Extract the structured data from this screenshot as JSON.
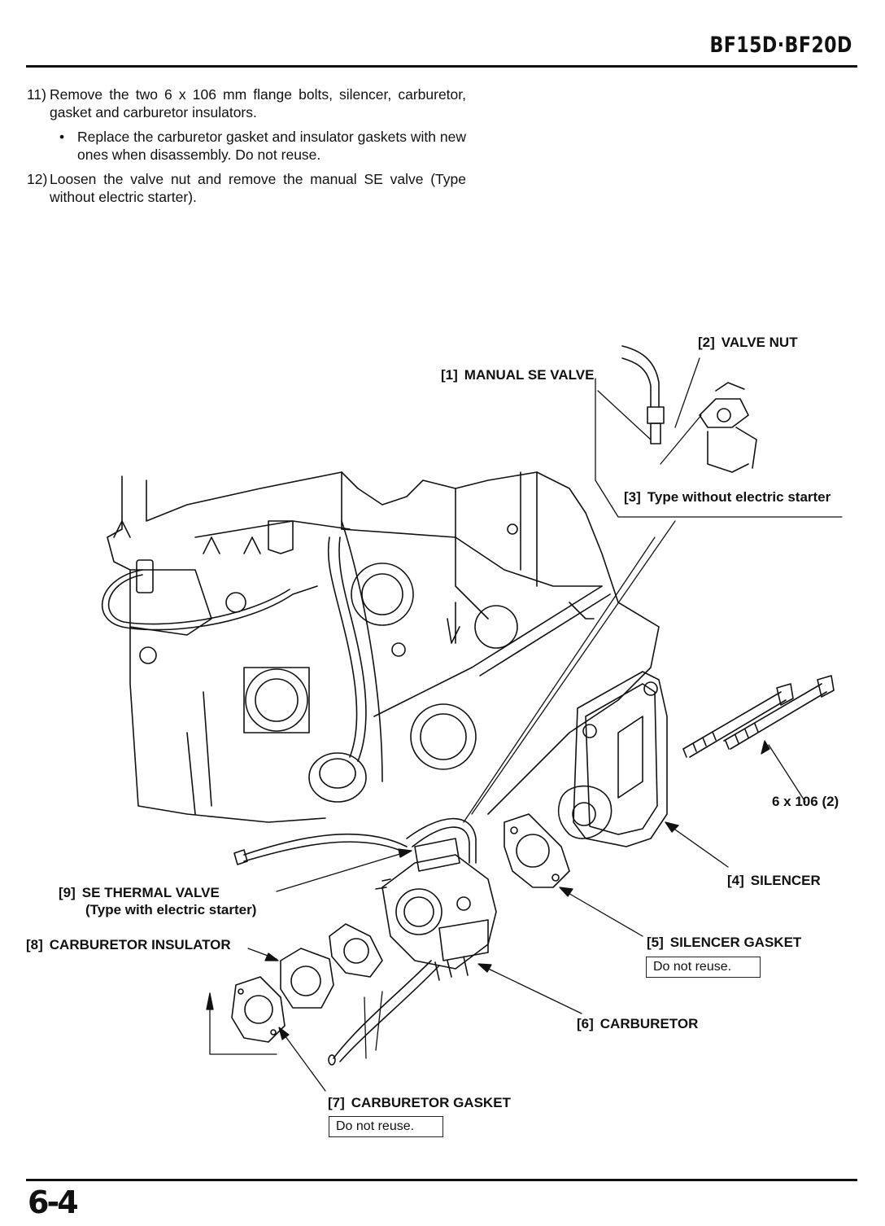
{
  "header": {
    "title": "BF15D·BF20D"
  },
  "steps": [
    {
      "num": "11)",
      "text": "Remove the two 6 x 106 mm flange bolts, silencer, carburetor, gasket and carburetor insulators."
    },
    {
      "bullet": "•",
      "text": "Replace the carburetor gasket and insulator gaskets with new ones when disassembly. Do not reuse."
    },
    {
      "num": "12)",
      "text": "Loosen the valve nut and remove the manual SE valve (Type without electric starter)."
    }
  ],
  "callouts": {
    "c1": {
      "tag": "[1]",
      "text": "MANUAL SE VALVE"
    },
    "c2": {
      "tag": "[2]",
      "text": "VALVE NUT"
    },
    "c3": {
      "tag": "[3]",
      "text": "Type without electric starter"
    },
    "c4": {
      "tag": "[4]",
      "text": "SILENCER"
    },
    "c5": {
      "tag": "[5]",
      "text": "SILENCER GASKET"
    },
    "c6": {
      "tag": "[6]",
      "text": "CARBURETOR"
    },
    "c7": {
      "tag": "[7]",
      "text": "CARBURETOR GASKET"
    },
    "c8": {
      "tag": "[8]",
      "text": "CARBURETOR INSULATOR"
    },
    "c9": {
      "tag": "[9]",
      "text": "SE THERMAL VALVE",
      "sub": "(Type with electric starter)"
    },
    "bolt": {
      "text": "6 x 106 (2)"
    }
  },
  "notes": {
    "do_not_reuse": "Do not reuse."
  },
  "footer": {
    "page": "6-4"
  }
}
